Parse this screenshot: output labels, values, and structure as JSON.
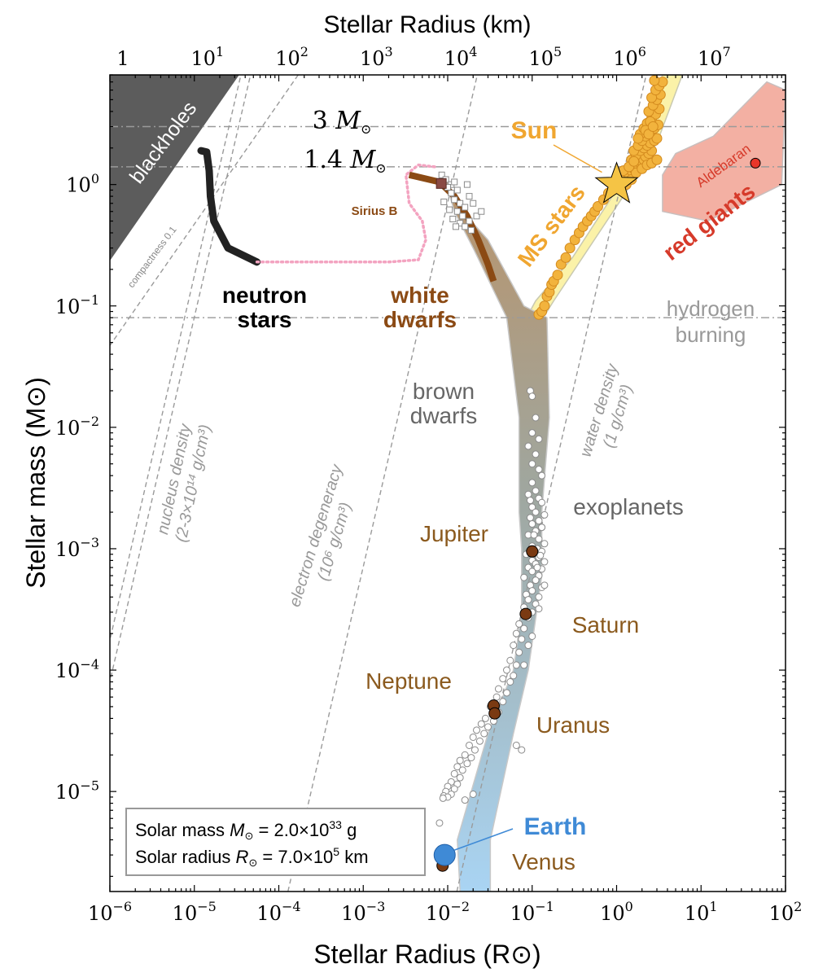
{
  "chart_data": {
    "type": "scatter",
    "x_scale": "log",
    "y_scale": "log",
    "xlim": [
      1e-06,
      100
    ],
    "ylim": [
      1.5e-06,
      8
    ],
    "top_xlim": [
      0.7,
      70000000
    ],
    "xlabel": "Stellar Radius (R⊙)",
    "ylabel": "Stellar mass (M⊙)",
    "top_xlabel": "Stellar Radius (km)",
    "x_ticks": [
      {
        "base": "10",
        "exp": "−6",
        "value": 1e-06
      },
      {
        "base": "10",
        "exp": "−5",
        "value": 1e-05
      },
      {
        "base": "10",
        "exp": "−4",
        "value": 0.0001
      },
      {
        "base": "10",
        "exp": "−3",
        "value": 0.001
      },
      {
        "base": "10",
        "exp": "−2",
        "value": 0.01
      },
      {
        "base": "10",
        "exp": "−1",
        "value": 0.1
      },
      {
        "base": "10",
        "exp": "0",
        "value": 1
      },
      {
        "base": "10",
        "exp": "1",
        "value": 10
      },
      {
        "base": "10",
        "exp": "2",
        "value": 100
      }
    ],
    "y_ticks": [
      {
        "base": "10",
        "exp": "−5",
        "value": 1e-05
      },
      {
        "base": "10",
        "exp": "−4",
        "value": 0.0001
      },
      {
        "base": "10",
        "exp": "−3",
        "value": 0.001
      },
      {
        "base": "10",
        "exp": "−2",
        "value": 0.01
      },
      {
        "base": "10",
        "exp": "−1",
        "value": 0.1
      },
      {
        "base": "10",
        "exp": "0",
        "value": 1
      }
    ],
    "top_ticks": [
      {
        "base": "1",
        "exp": "",
        "value": 1
      },
      {
        "base": "10",
        "exp": "1",
        "value": 10
      },
      {
        "base": "10",
        "exp": "2",
        "value": 100
      },
      {
        "base": "10",
        "exp": "3",
        "value": 1000
      },
      {
        "base": "10",
        "exp": "4",
        "value": 10000
      },
      {
        "base": "10",
        "exp": "5",
        "value": 100000
      },
      {
        "base": "10",
        "exp": "6",
        "value": 1000000
      },
      {
        "base": "10",
        "exp": "7",
        "value": 10000000
      }
    ],
    "mass_lines": [
      {
        "label": "3 M⊙",
        "value": 3
      },
      {
        "label": "1.4 M⊙",
        "value": 1.4
      },
      {
        "label": "hydrogen burning",
        "value": 0.08
      }
    ],
    "density_lines": [
      {
        "label_lines": [
          "nucleus density",
          "(2-3×10¹⁴ g/cm³)"
        ],
        "rho": 250000000000000.0
      },
      {
        "label_lines": [
          "electron degeneracy",
          "(10⁶ g/cm³)"
        ],
        "rho": 1000000.0
      },
      {
        "label_lines": [
          "water density",
          "(1 g/cm³)"
        ],
        "rho": 1
      }
    ],
    "compactness_label": "compactness 0.1",
    "blackholes_label": "blackholes",
    "region_labels": {
      "neutron_stars": [
        "neutron",
        "stars"
      ],
      "white_dwarfs": [
        "white",
        "dwarfs"
      ],
      "brown_dwarfs": [
        "brown",
        "dwarfs"
      ],
      "exoplanets": "exoplanets",
      "ms_stars": "MS stars",
      "red_giants": "red giants",
      "hydrogen_burning": [
        "hydrogen",
        "burning"
      ]
    },
    "named_objects": [
      {
        "name": "Sun",
        "x": 1.0,
        "y": 1.0
      },
      {
        "name": "Sirius B",
        "x": 0.0084,
        "y": 1.02
      },
      {
        "name": "Aldebaran",
        "x": 44,
        "y": 1.5
      },
      {
        "name": "Jupiter",
        "x": 0.1,
        "y": 0.00095
      },
      {
        "name": "Saturn",
        "x": 0.084,
        "y": 0.00029
      },
      {
        "name": "Neptune",
        "x": 0.035,
        "y": 5.1e-05
      },
      {
        "name": "Uranus",
        "x": 0.036,
        "y": 4.4e-05
      },
      {
        "name": "Earth",
        "x": 0.0092,
        "y": 3e-06
      },
      {
        "name": "Venus",
        "x": 0.0087,
        "y": 2.45e-06
      }
    ],
    "ms_star_points": [
      [
        0.12,
        0.085
      ],
      [
        0.13,
        0.09
      ],
      [
        0.14,
        0.1
      ],
      [
        0.15,
        0.12
      ],
      [
        0.16,
        0.13
      ],
      [
        0.17,
        0.15
      ],
      [
        0.18,
        0.16
      ],
      [
        0.2,
        0.18
      ],
      [
        0.22,
        0.22
      ],
      [
        0.25,
        0.25
      ],
      [
        0.28,
        0.3
      ],
      [
        0.32,
        0.35
      ],
      [
        0.36,
        0.4
      ],
      [
        0.4,
        0.45
      ],
      [
        0.45,
        0.5
      ],
      [
        0.5,
        0.55
      ],
      [
        0.55,
        0.6
      ],
      [
        0.6,
        0.66
      ],
      [
        0.7,
        0.75
      ],
      [
        0.8,
        0.85
      ],
      [
        0.9,
        0.92
      ],
      [
        1.1,
        1.05
      ],
      [
        1.2,
        1.1
      ],
      [
        1.3,
        1.15
      ],
      [
        1.4,
        1.2
      ],
      [
        1.5,
        1.3
      ],
      [
        1.6,
        1.35
      ],
      [
        1.7,
        1.4
      ],
      [
        1.8,
        1.45
      ],
      [
        1.9,
        1.5
      ],
      [
        2.0,
        1.55
      ],
      [
        2.1,
        1.6
      ],
      [
        2.2,
        1.7
      ],
      [
        2.4,
        1.8
      ],
      [
        2.6,
        1.9
      ],
      [
        1.5,
        1.6
      ],
      [
        1.7,
        1.75
      ],
      [
        1.9,
        1.9
      ],
      [
        2.1,
        2.0
      ],
      [
        2.3,
        2.1
      ],
      [
        2.5,
        2.2
      ],
      [
        2.8,
        2.3
      ],
      [
        3.0,
        2.4
      ],
      [
        1.6,
        1.9
      ],
      [
        1.8,
        2.1
      ],
      [
        2.0,
        2.3
      ],
      [
        2.2,
        2.5
      ],
      [
        2.5,
        2.7
      ],
      [
        2.8,
        2.9
      ],
      [
        3.1,
        3.1
      ],
      [
        1.9,
        2.6
      ],
      [
        2.1,
        2.9
      ],
      [
        2.3,
        3.2
      ],
      [
        2.6,
        3.5
      ],
      [
        2.9,
        3.8
      ],
      [
        3.2,
        4.2
      ],
      [
        2.4,
        4.0
      ],
      [
        2.7,
        4.5
      ],
      [
        3.0,
        5.0
      ],
      [
        3.3,
        5.5
      ],
      [
        2.6,
        5.2
      ],
      [
        2.9,
        6.0
      ],
      [
        3.2,
        6.5
      ],
      [
        3.5,
        7.0
      ],
      [
        2.8,
        7.2
      ],
      [
        1.3,
        1.0
      ],
      [
        1.5,
        1.1
      ],
      [
        1.7,
        1.25
      ],
      [
        2.0,
        1.35
      ],
      [
        2.3,
        1.45
      ],
      [
        2.6,
        1.5
      ],
      [
        3.0,
        1.6
      ],
      [
        1.2,
        1.3
      ],
      [
        1.4,
        1.4
      ],
      [
        1.6,
        1.55
      ],
      [
        2.2,
        2.8
      ],
      [
        2.5,
        3.3
      ],
      [
        1.8,
        2.4
      ],
      [
        2.4,
        2.6
      ],
      [
        2.7,
        3.0
      ]
    ],
    "exoplanet_points": [
      [
        0.095,
        0.02
      ],
      [
        0.1,
        0.018
      ],
      [
        0.11,
        0.012
      ],
      [
        0.1,
        0.009
      ],
      [
        0.12,
        0.008
      ],
      [
        0.09,
        0.007
      ],
      [
        0.11,
        0.006
      ],
      [
        0.1,
        0.005
      ],
      [
        0.12,
        0.0045
      ],
      [
        0.13,
        0.004
      ],
      [
        0.1,
        0.0035
      ],
      [
        0.11,
        0.003
      ],
      [
        0.09,
        0.0028
      ],
      [
        0.12,
        0.0026
      ],
      [
        0.13,
        0.0024
      ],
      [
        0.1,
        0.0022
      ],
      [
        0.11,
        0.002
      ],
      [
        0.14,
        0.0019
      ],
      [
        0.095,
        0.0018
      ],
      [
        0.12,
        0.0017
      ],
      [
        0.1,
        0.0016
      ],
      [
        0.13,
        0.0015
      ],
      [
        0.11,
        0.0014
      ],
      [
        0.09,
        0.0013
      ],
      [
        0.12,
        0.0012
      ],
      [
        0.14,
        0.0011
      ],
      [
        0.1,
        0.00105
      ],
      [
        0.115,
        0.001
      ],
      [
        0.13,
        0.00095
      ],
      [
        0.085,
        0.0009
      ],
      [
        0.12,
        0.00085
      ],
      [
        0.1,
        0.0008
      ],
      [
        0.14,
        0.00078
      ],
      [
        0.11,
        0.00075
      ],
      [
        0.09,
        0.0007
      ],
      [
        0.13,
        0.00068
      ],
      [
        0.1,
        0.00065
      ],
      [
        0.12,
        0.0006
      ],
      [
        0.08,
        0.00058
      ],
      [
        0.11,
        0.00055
      ],
      [
        0.095,
        0.0005
      ],
      [
        0.13,
        0.00048
      ],
      [
        0.1,
        0.00045
      ],
      [
        0.085,
        0.00042
      ],
      [
        0.12,
        0.0004
      ],
      [
        0.09,
        0.00038
      ],
      [
        0.11,
        0.00035
      ],
      [
        0.08,
        0.00033
      ],
      [
        0.1,
        0.0003
      ],
      [
        0.09,
        0.00027
      ],
      [
        0.07,
        0.00024
      ],
      [
        0.08,
        0.00022
      ],
      [
        0.065,
        0.0002
      ],
      [
        0.075,
        0.00018
      ],
      [
        0.06,
        0.00016
      ],
      [
        0.07,
        0.00014
      ],
      [
        0.055,
        0.00012
      ],
      [
        0.065,
        0.00011
      ],
      [
        0.05,
        0.0001
      ],
      [
        0.06,
        9e-05
      ],
      [
        0.045,
        8.5e-05
      ],
      [
        0.055,
        8e-05
      ],
      [
        0.04,
        7e-05
      ],
      [
        0.05,
        6.5e-05
      ],
      [
        0.038,
        6e-05
      ],
      [
        0.045,
        5.5e-05
      ],
      [
        0.032,
        5e-05
      ],
      [
        0.04,
        4.5e-05
      ],
      [
        0.028,
        4e-05
      ],
      [
        0.035,
        3.8e-05
      ],
      [
        0.025,
        3.6e-05
      ],
      [
        0.03,
        3.4e-05
      ],
      [
        0.022,
        3.2e-05
      ],
      [
        0.027,
        3e-05
      ],
      [
        0.02,
        2.8e-05
      ],
      [
        0.024,
        2.6e-05
      ],
      [
        0.018,
        2.4e-05
      ],
      [
        0.021,
        2.2e-05
      ],
      [
        0.016,
        2e-05
      ],
      [
        0.019,
        1.9e-05
      ],
      [
        0.014,
        1.8e-05
      ],
      [
        0.017,
        1.7e-05
      ],
      [
        0.013,
        1.6e-05
      ],
      [
        0.015,
        1.5e-05
      ],
      [
        0.012,
        1.4e-05
      ],
      [
        0.014,
        1.3e-05
      ],
      [
        0.011,
        1.2e-05
      ],
      [
        0.013,
        1.15e-05
      ],
      [
        0.01,
        1.1e-05
      ],
      [
        0.012,
        1.05e-05
      ],
      [
        0.0095,
        1e-05
      ],
      [
        0.011,
        9.5e-06
      ],
      [
        0.009,
        9.2e-06
      ],
      [
        0.01,
        9e-06
      ],
      [
        0.0088,
        8.8e-06
      ],
      [
        0.075,
        2.2e-05
      ],
      [
        0.016,
        8.5e-06
      ],
      [
        0.008,
        5.5e-06
      ],
      [
        0.1,
        0.00019
      ],
      [
        0.065,
        2.4e-05
      ],
      [
        0.02,
        9.5e-06
      ],
      [
        0.13,
        0.0015
      ],
      [
        0.14,
        0.0005
      ],
      [
        0.12,
        0.00032
      ],
      [
        0.095,
        0.0025
      ],
      [
        0.115,
        0.0007
      ],
      [
        0.105,
        0.0013
      ],
      [
        0.125,
        0.00088
      ],
      [
        0.09,
        0.00016
      ],
      [
        0.08,
        0.00011
      ]
    ],
    "white_dwarf_points": [
      [
        0.0085,
        1.2
      ],
      [
        0.0095,
        1.1
      ],
      [
        0.011,
        1.0
      ],
      [
        0.012,
        1.05
      ],
      [
        0.01,
        0.95
      ],
      [
        0.013,
        0.9
      ],
      [
        0.011,
        0.85
      ],
      [
        0.012,
        0.75
      ],
      [
        0.014,
        0.7
      ],
      [
        0.016,
        0.65
      ],
      [
        0.013,
        0.6
      ],
      [
        0.015,
        0.55
      ],
      [
        0.018,
        0.5
      ],
      [
        0.014,
        0.48
      ],
      [
        0.016,
        0.45
      ],
      [
        0.019,
        0.42
      ],
      [
        0.022,
        0.55
      ],
      [
        0.025,
        0.6
      ],
      [
        0.02,
        0.7
      ],
      [
        0.018,
        0.8
      ],
      [
        0.0105,
        0.62
      ],
      [
        0.0115,
        0.52
      ],
      [
        0.009,
        0.72
      ],
      [
        0.0125,
        0.45
      ],
      [
        0.017,
        1.0
      ]
    ],
    "info_box": {
      "line1_prefix": "Solar mass ",
      "line1_symbol": "M",
      "line1_value": " = 2.0×10",
      "line1_exp": "33",
      "line1_unit": " g",
      "line2_prefix": "Solar radius ",
      "line2_symbol": "R",
      "line2_value": " = 7.0×10",
      "line2_exp": "5",
      "line2_unit": " km"
    },
    "colors": {
      "blackholes": "#5c5c5c",
      "neutron": "#222222",
      "white_dwarf": "#8b4a14",
      "ms_band": "#fbf2a8",
      "ms_points": "#f2b33d",
      "red_giants": "#f3b0a3",
      "red_giant_text": "#d63a2a",
      "planet": "#7a3a12",
      "planet_text": "#8b5a1e",
      "earth": "#3f8ad6",
      "sun": "#f5c445",
      "sun_text": "#f0a630",
      "grid": "#9a9a9a",
      "sirius_pink": "#f3a3c0",
      "gray_text": "#666666"
    }
  }
}
